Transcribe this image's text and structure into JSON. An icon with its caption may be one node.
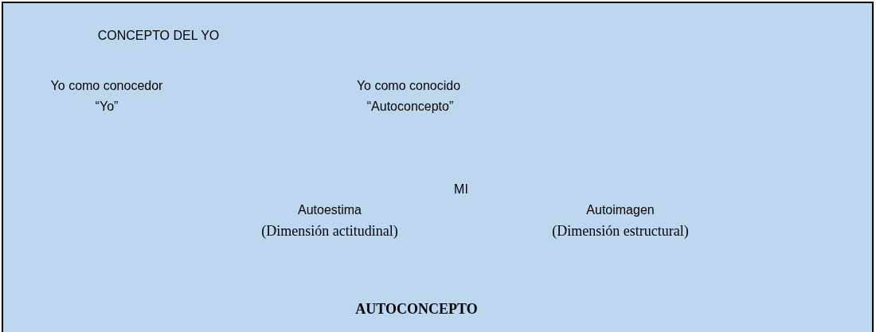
{
  "diagram": {
    "nodes": [
      {
        "text": [
          "CONCEPTO DEL YO",
          "Yo como conocedor",
          "“Yo”",
          "Yo como conocido",
          "“Autoconcepto”",
          "MI",
          "Autoestima",
          "(Dimensión actitudinal)",
          "Autoimagen",
          "(Dimensión estructural)",
          "AUTOCONCEPTO"
        ]
      }
    ]
  }
}
